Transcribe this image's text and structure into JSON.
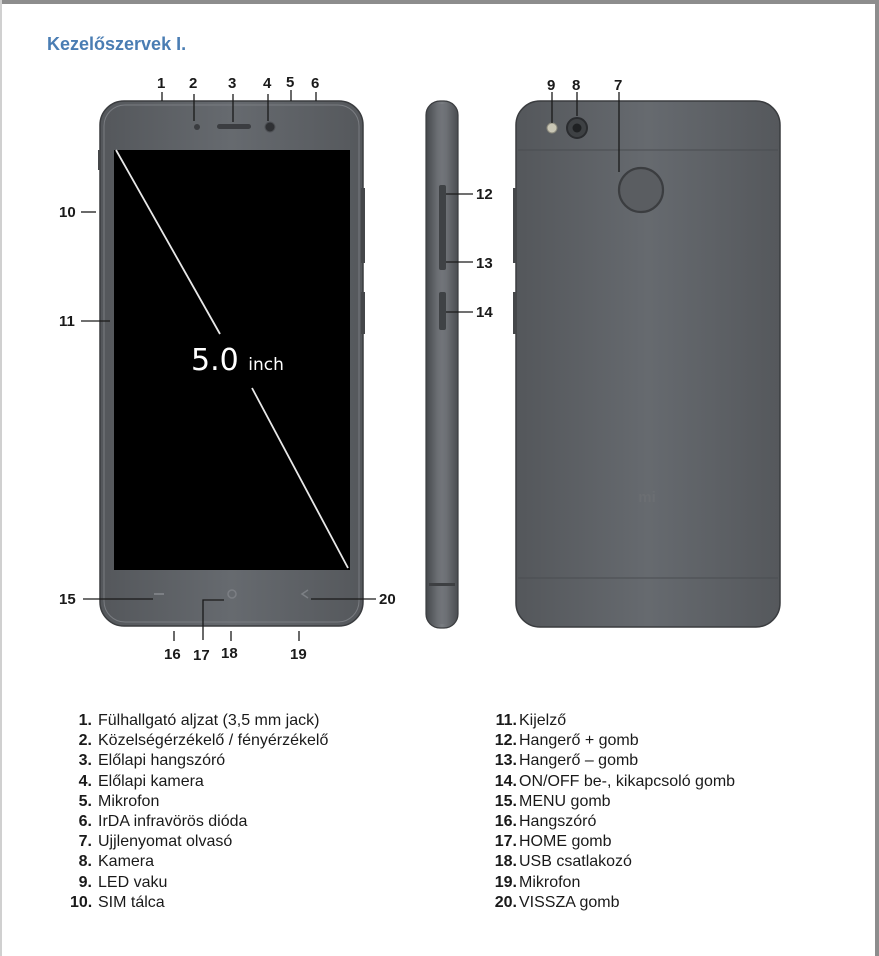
{
  "heading": "Kezelőszervek I.",
  "screen_size": {
    "value": "5.0",
    "unit": "inch"
  },
  "back_logo": "mi",
  "callouts": [
    "1",
    "2",
    "3",
    "4",
    "5",
    "6",
    "7",
    "8",
    "9",
    "10",
    "11",
    "12",
    "13",
    "14",
    "15",
    "16",
    "17",
    "18",
    "19",
    "20"
  ],
  "legend_left": [
    {
      "num": "1.",
      "text": "Fülhallgató aljzat (3,5 mm jack)"
    },
    {
      "num": "2.",
      "text": "Közelségérzékelő / fényérzékelő"
    },
    {
      "num": "3.",
      "text": "Előlapi hangszóró"
    },
    {
      "num": "4.",
      "text": "Előlapi kamera"
    },
    {
      "num": "5.",
      "text": "Mikrofon"
    },
    {
      "num": "6.",
      "text": "IrDA infravörös dióda"
    },
    {
      "num": "7.",
      "text": "Ujjlenyomat olvasó"
    },
    {
      "num": "8.",
      "text": "Kamera"
    },
    {
      "num": "9.",
      "text": "LED vaku"
    },
    {
      "num": "10.",
      "text": "SIM tálca"
    }
  ],
  "legend_right": [
    {
      "num": "11.",
      "text": "Kijelző"
    },
    {
      "num": "12.",
      "text": "Hangerő + gomb"
    },
    {
      "num": "13.",
      "text": "Hangerő – gomb"
    },
    {
      "num": "14.",
      "text": "ON/OFF be-, kikapcsoló gomb"
    },
    {
      "num": "15.",
      "text": "MENU gomb"
    },
    {
      "num": "16.",
      "text": "Hangszóró"
    },
    {
      "num": "17.",
      "text": "HOME gomb"
    },
    {
      "num": "18.",
      "text": "USB csatlakozó"
    },
    {
      "num": "19.",
      "text": "Mikrofon"
    },
    {
      "num": "20.",
      "text": "VISSZA gomb"
    }
  ],
  "colors": {
    "heading": "#4a7db3",
    "phone_body": "#5f6266",
    "screen": "#000000",
    "text": "#1a1a1a"
  }
}
